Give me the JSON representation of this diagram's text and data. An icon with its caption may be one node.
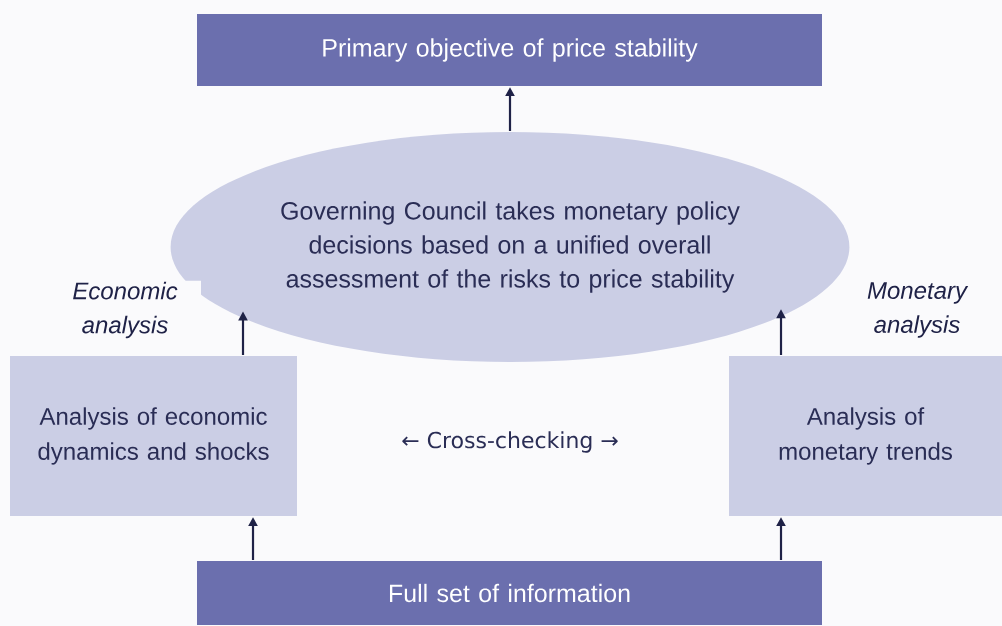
{
  "diagram": {
    "nodes": [
      {
        "text": [
          "Primary objective of price stability"
        ]
      },
      {
        "text": [
          "Governing Council takes monetary policy decisions based on a unified overall assessment of the risks to price stability"
        ]
      },
      {
        "text": [
          "Analysis of economic dynamics and shocks"
        ]
      },
      {
        "text": [
          "Analysis of monetary trends"
        ]
      },
      {
        "text": [
          "Full set of information"
        ]
      }
    ],
    "edges": [
      {
        "from": 1,
        "to": 0,
        "arrow": "to"
      },
      {
        "from": 2,
        "to": 1,
        "arrow": "to",
        "label": "Economic analysis"
      },
      {
        "from": 3,
        "to": 1,
        "arrow": "to",
        "label": "Monetary analysis"
      },
      {
        "from": 4,
        "to": 2,
        "arrow": "to"
      },
      {
        "from": 4,
        "to": 3,
        "arrow": "to"
      }
    ],
    "labels": [
      "← Cross-checking →"
    ]
  }
}
